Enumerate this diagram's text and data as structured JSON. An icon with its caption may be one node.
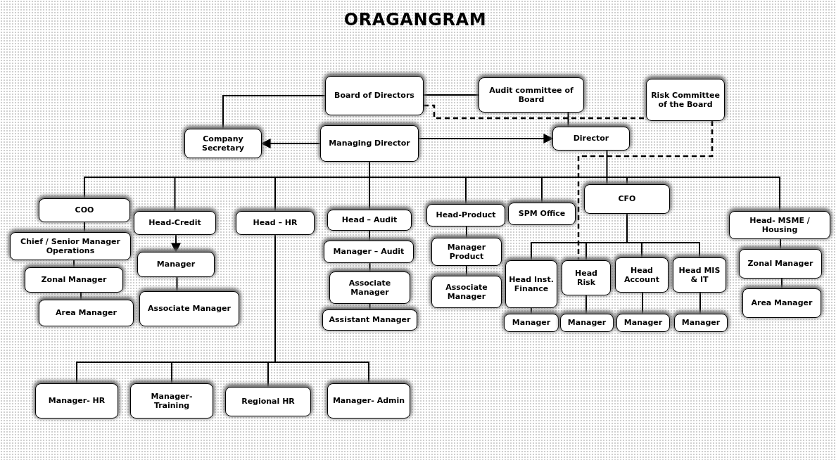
{
  "diagram": {
    "title": "ORAGANGRAM",
    "nodes": [
      {
        "text": [
          "Board of Directors"
        ]
      },
      {
        "text": [
          "Audit committee of Board"
        ]
      },
      {
        "text": [
          "Risk Committee of the Board"
        ]
      },
      {
        "text": [
          "Company Secretary"
        ]
      },
      {
        "text": [
          "Managing Director"
        ]
      },
      {
        "text": [
          "Director"
        ]
      },
      {
        "text": [
          "COO"
        ]
      },
      {
        "text": [
          "Chief / Senior Manager Operations"
        ]
      },
      {
        "text": [
          "Zonal Manager"
        ]
      },
      {
        "text": [
          "Area Manager"
        ]
      },
      {
        "text": [
          "Head-Credit"
        ]
      },
      {
        "text": [
          "Manager"
        ]
      },
      {
        "text": [
          "Associate Manager"
        ]
      },
      {
        "text": [
          "Head – HR"
        ]
      },
      {
        "text": [
          "Head – Audit"
        ]
      },
      {
        "text": [
          "Manager – Audit"
        ]
      },
      {
        "text": [
          "Associate Manager"
        ]
      },
      {
        "text": [
          "Assistant Manager"
        ]
      },
      {
        "text": [
          "Head-Product"
        ]
      },
      {
        "text": [
          "Manager Product"
        ]
      },
      {
        "text": [
          "Associate Manager"
        ]
      },
      {
        "text": [
          "SPM Office"
        ]
      },
      {
        "text": [
          "CFO"
        ]
      },
      {
        "text": [
          "Head Inst. Finance"
        ]
      },
      {
        "text": [
          "Head Risk"
        ]
      },
      {
        "text": [
          "Head Account"
        ]
      },
      {
        "text": [
          "Head MIS & IT"
        ]
      },
      {
        "text": [
          "Manager"
        ]
      },
      {
        "text": [
          "Manager"
        ]
      },
      {
        "text": [
          "Manager"
        ]
      },
      {
        "text": [
          "Manager"
        ]
      },
      {
        "text": [
          "Head- MSME / Housing"
        ]
      },
      {
        "text": [
          "Zonal Manager"
        ]
      },
      {
        "text": [
          "Area Manager"
        ]
      },
      {
        "text": [
          "Manager- HR"
        ]
      },
      {
        "text": [
          "Manager- Training"
        ]
      },
      {
        "text": [
          "Regional HR"
        ]
      },
      {
        "text": [
          "Manager- Admin"
        ]
      }
    ],
    "edges": [
      {
        "from": 0,
        "to": 3,
        "arrow": "none"
      },
      {
        "from": 0,
        "to": 1,
        "arrow": "none"
      },
      {
        "from": 1,
        "to": 5,
        "arrow": "none"
      },
      {
        "from": 0,
        "to": 2,
        "arrow": "none",
        "style": "dashed"
      },
      {
        "from": 4,
        "to": 3,
        "arrow": "to"
      },
      {
        "from": 4,
        "to": 5,
        "arrow": "to"
      },
      {
        "from": 4,
        "to": 6,
        "arrow": "none"
      },
      {
        "from": 4,
        "to": 10,
        "arrow": "none"
      },
      {
        "from": 4,
        "to": 13,
        "arrow": "none"
      },
      {
        "from": 4,
        "to": 14,
        "arrow": "none"
      },
      {
        "from": 4,
        "to": 18,
        "arrow": "none"
      },
      {
        "from": 4,
        "to": 21,
        "arrow": "none"
      },
      {
        "from": 4,
        "to": 22,
        "arrow": "none"
      },
      {
        "from": 4,
        "to": 31,
        "arrow": "none"
      },
      {
        "from": 5,
        "to": 22,
        "arrow": "none"
      },
      {
        "from": 6,
        "to": 7,
        "arrow": "none"
      },
      {
        "from": 7,
        "to": 8,
        "arrow": "none"
      },
      {
        "from": 8,
        "to": 9,
        "arrow": "none"
      },
      {
        "from": 10,
        "to": 11,
        "arrow": "to"
      },
      {
        "from": 11,
        "to": 12,
        "arrow": "none"
      },
      {
        "from": 14,
        "to": 15,
        "arrow": "none"
      },
      {
        "from": 15,
        "to": 16,
        "arrow": "none"
      },
      {
        "from": 16,
        "to": 17,
        "arrow": "none"
      },
      {
        "from": 18,
        "to": 19,
        "arrow": "none"
      },
      {
        "from": 19,
        "to": 20,
        "arrow": "none"
      },
      {
        "from": 22,
        "to": 23,
        "arrow": "none"
      },
      {
        "from": 22,
        "to": 24,
        "arrow": "none"
      },
      {
        "from": 22,
        "to": 25,
        "arrow": "none"
      },
      {
        "from": 22,
        "to": 26,
        "arrow": "none"
      },
      {
        "from": 23,
        "to": 27,
        "arrow": "none"
      },
      {
        "from": 24,
        "to": 28,
        "arrow": "none"
      },
      {
        "from": 25,
        "to": 29,
        "arrow": "none"
      },
      {
        "from": 26,
        "to": 30,
        "arrow": "none"
      },
      {
        "from": 2,
        "to": 24,
        "arrow": "none",
        "style": "dashed"
      },
      {
        "from": 31,
        "to": 32,
        "arrow": "none"
      },
      {
        "from": 32,
        "to": 33,
        "arrow": "none"
      },
      {
        "from": 13,
        "to": 34,
        "arrow": "none"
      },
      {
        "from": 13,
        "to": 35,
        "arrow": "none"
      },
      {
        "from": 13,
        "to": 36,
        "arrow": "none"
      },
      {
        "from": 13,
        "to": 37,
        "arrow": "none"
      }
    ]
  }
}
